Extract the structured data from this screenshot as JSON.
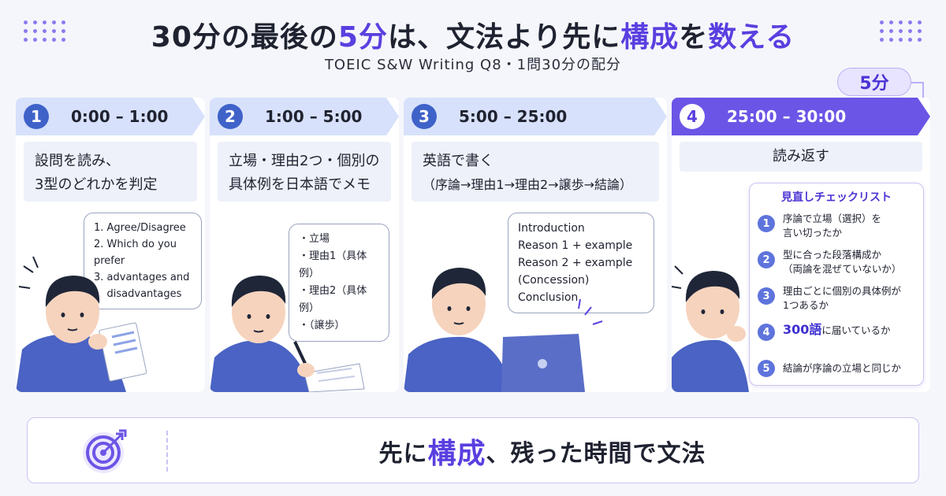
{
  "header": {
    "title_part1": "30分の最後の",
    "title_accent1": "5分",
    "title_part2": "は、文法より先に",
    "title_accent2": "構成",
    "title_part3": "を",
    "title_accent3": "数える",
    "subtitle": "TOEIC S&W Writing Q8・1問30分の配分"
  },
  "callout": {
    "label": "5分"
  },
  "phases": [
    {
      "num": "1",
      "time": "0:00 – 1:00",
      "task_line1": "設問を読み、",
      "task_line2": "3型のどれかを判定",
      "bubble": [
        "1. Agree/Disagree",
        "2. Which do you prefer",
        "3. advantages and",
        "    disadvantages"
      ]
    },
    {
      "num": "2",
      "time": "1:00 – 5:00",
      "task_line1": "立場・理由2つ・個別の",
      "task_line2": "具体例を日本語でメモ",
      "bubble": [
        "・立場",
        "・理由1（具体例）",
        "・理由2（具体例）",
        "・（譲歩）"
      ]
    },
    {
      "num": "3",
      "time": "5:00 – 25:00",
      "task_line1": "英語で書く",
      "task_line2": "（序論→理由1→理由2→譲歩→結論）",
      "bubble": [
        "Introduction",
        "Reason 1 + example",
        "Reason 2 + example",
        "(Concession)",
        "Conclusion"
      ]
    },
    {
      "num": "4",
      "time": "25:00 – 30:00",
      "task_line1": "読み返す"
    }
  ],
  "checklist": {
    "title": "見直しチェックリスト",
    "items": [
      {
        "num": "1",
        "line1": "序論で立場（選択）を",
        "line2": "言い切ったか"
      },
      {
        "num": "2",
        "line1": "型に合った段落構成か",
        "line2": "（両論を混ぜていないか）"
      },
      {
        "num": "3",
        "line1": "理由ごとに個別の具体例が",
        "line2": "1つあるか"
      },
      {
        "num": "4",
        "highlight": "300語",
        "rest": "に届いているか"
      },
      {
        "num": "5",
        "line1": "結論が序論の立場と同じか"
      }
    ]
  },
  "footer": {
    "part1": "先に",
    "accent": "構成",
    "part2": "、残った時間で文法",
    "icon": "target-icon"
  },
  "colors": {
    "accent": "#5a3fe0",
    "phase": "#d7e1fb",
    "phase_active": "#6b55e6",
    "number": "#3f62c9"
  }
}
